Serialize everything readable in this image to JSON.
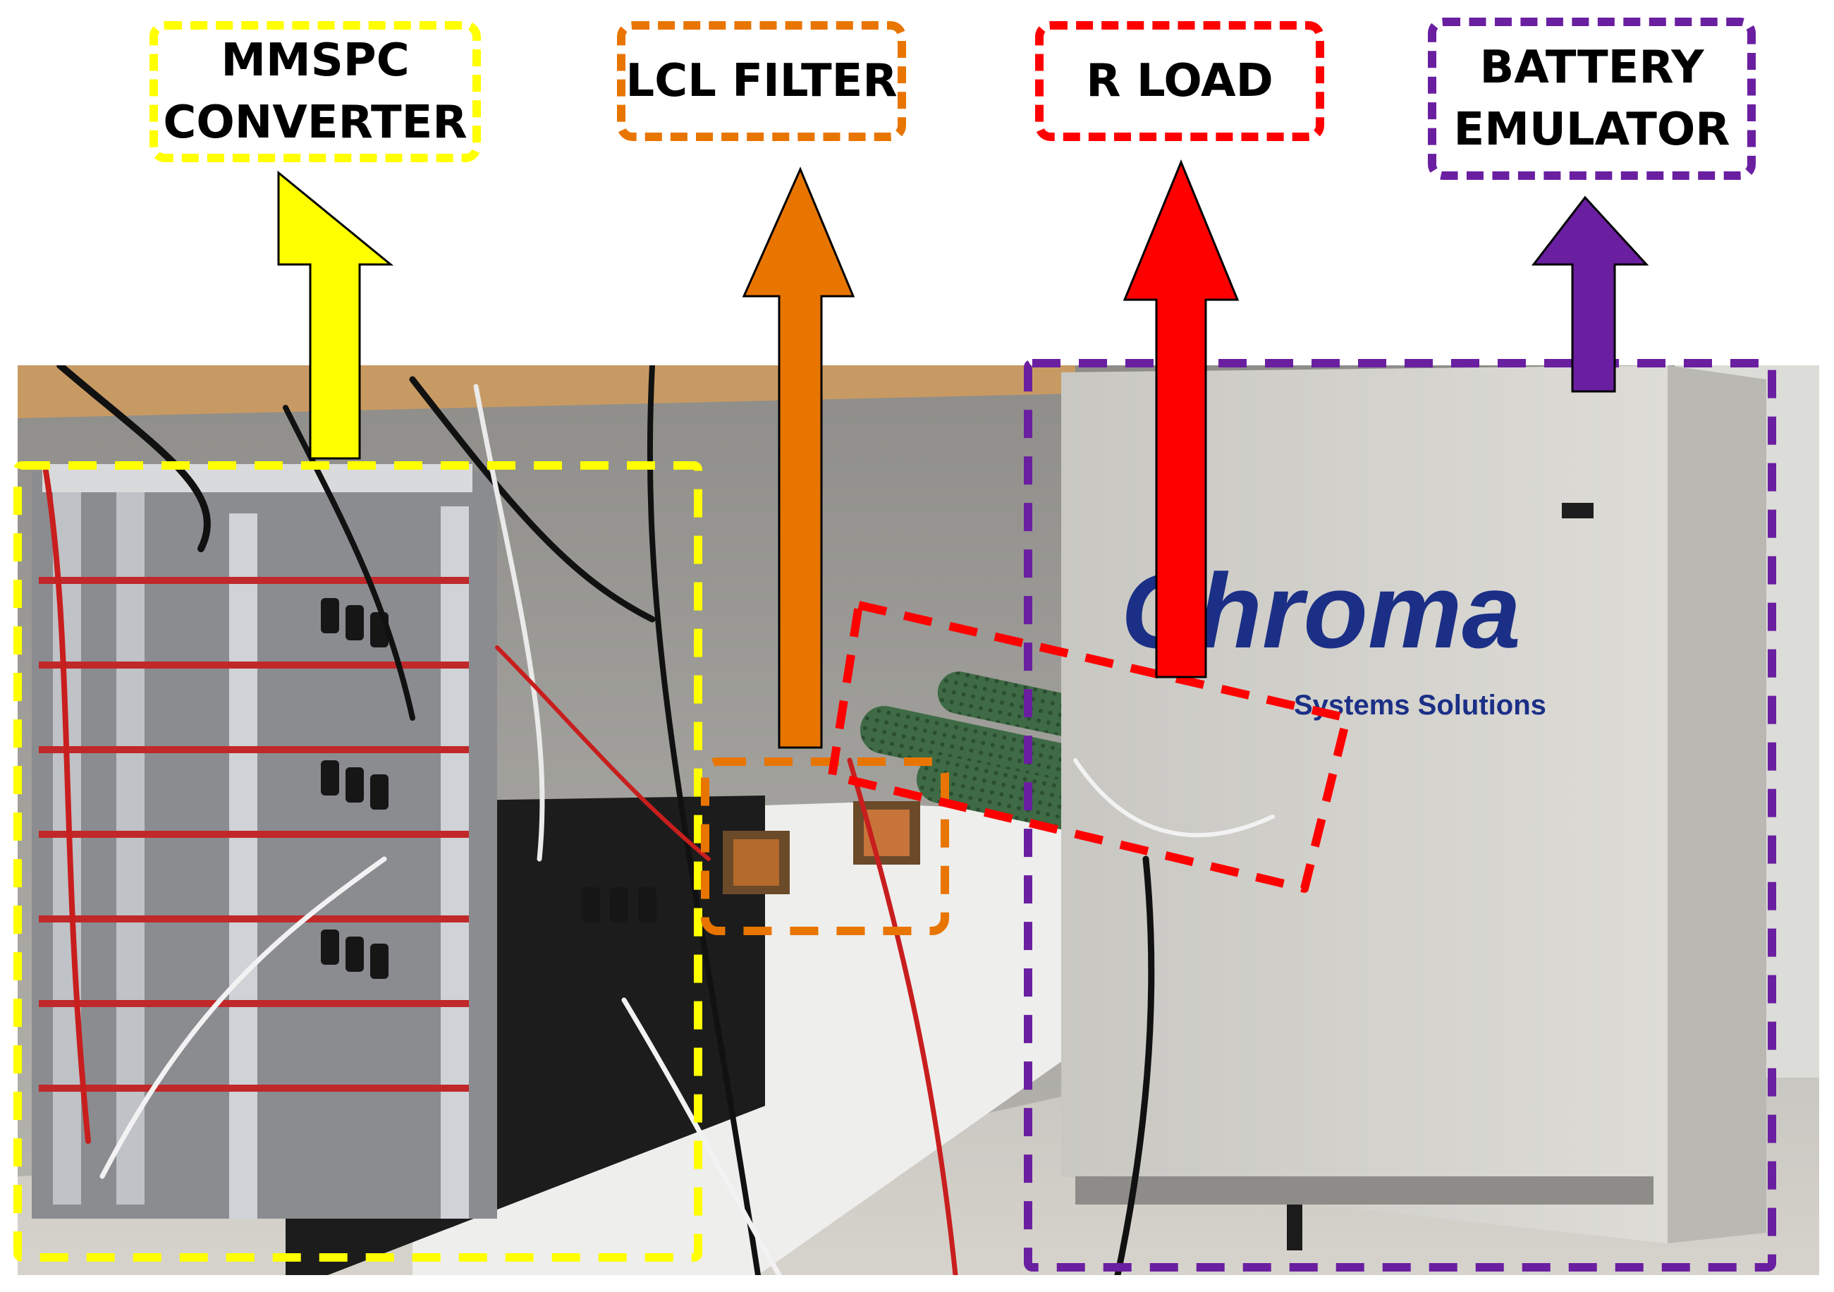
{
  "labels": {
    "mmspc": "MMSPC\nCONVERTER",
    "lcl": "LCL FILTER",
    "rload": "R LOAD",
    "battery": "BATTERY\nEMULATOR"
  },
  "photo_text": {
    "brand": "Chroma",
    "brand_sub": "Systems Solutions"
  },
  "colors": {
    "mmspc": "#ffff00",
    "lcl": "#e87500",
    "rload": "#ff0000",
    "battery": "#6a1fa0"
  }
}
